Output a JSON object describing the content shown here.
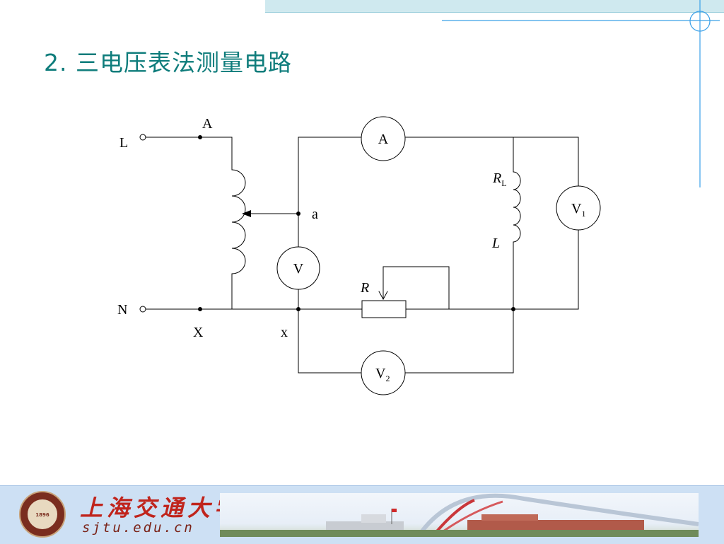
{
  "slide": {
    "title": "2.  三电压表法测量电路"
  },
  "circuit": {
    "terminals": {
      "L": "L",
      "N": "N"
    },
    "nodes": {
      "A": "A",
      "X": "X",
      "a": "a",
      "x": "x"
    },
    "meters": {
      "ammeter": "A",
      "voltmeter": "V",
      "V1_main": "V",
      "V1_sub": "1",
      "V2_main": "V",
      "V2_sub": "2"
    },
    "components": {
      "R": "R",
      "RL_main": "R",
      "RL_sub": "L",
      "L": "L"
    }
  },
  "footer": {
    "university_name": "上海交通大学",
    "url": "sjtu.edu.cn",
    "logo_year": "1896"
  },
  "colors": {
    "title": "#0e7c7b",
    "accent_line": "#3aa0e8",
    "footer_bg": "#cde0f4",
    "university_red": "#c0241c"
  }
}
